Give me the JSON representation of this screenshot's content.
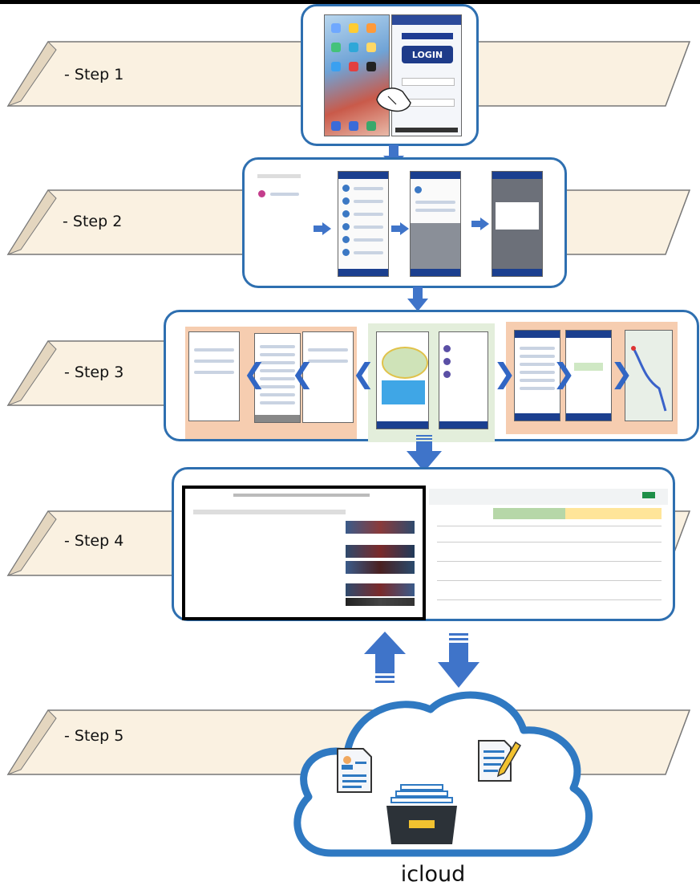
{
  "steps": [
    {
      "label": "- Step 1"
    },
    {
      "label": "- Step 2"
    },
    {
      "label": "- Step 3"
    },
    {
      "label": "- Step 4"
    },
    {
      "label": "- Step 5"
    }
  ],
  "login_screen": {
    "button_label": "LOGIN"
  },
  "cloud": {
    "caption": "icloud"
  },
  "colors": {
    "frame_border": "#2e6fb0",
    "arrow": "#3f74c9",
    "banner_fill": "#faf1e1",
    "panel_peach": "#f6cdb0",
    "panel_green": "#e3eedb"
  }
}
